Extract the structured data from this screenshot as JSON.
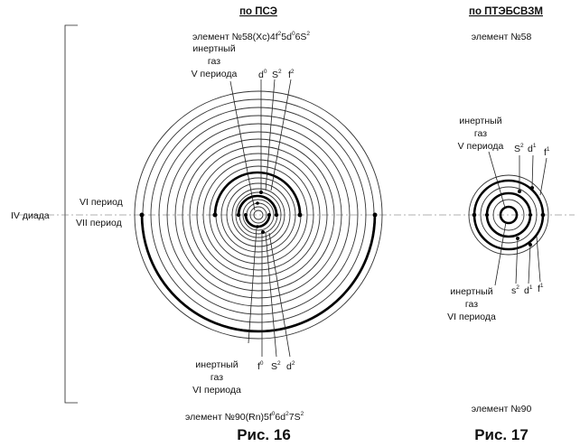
{
  "fig16": {
    "title": "по ПСЭ",
    "top_element": {
      "pre": "элемент №58(Хс)4f",
      "s1": "2",
      "m1": "5d",
      "s2": "0",
      "m2": "6S",
      "s3": "2"
    },
    "top_labels": {
      "inert_line1": "инертный",
      "inert_line2": "газ",
      "inert_line3": "V периода",
      "orbital_d": "d",
      "orbital_d_sup": "0",
      "orbital_s": "S",
      "orbital_s_sup": "2",
      "orbital_f": "f",
      "orbital_f_sup": "2"
    },
    "left_labels": {
      "diad": "IV диада",
      "period6": "VI период",
      "period7": "VII период"
    },
    "bottom_labels": {
      "inert_line1": "инертный",
      "inert_line2": "газ",
      "inert_line3": "VI периода",
      "orbital_f": "f",
      "orbital_f_sup": "0",
      "orbital_s": "S",
      "orbital_s_sup": "2",
      "orbital_d": "d",
      "orbital_d_sup": "2"
    },
    "bottom_element": {
      "pre": "элемент №90(Rn)5f",
      "s1": "0",
      "m1": "6d",
      "s2": "2",
      "m2": "7S",
      "s3": "2"
    },
    "caption": "Рис. 16"
  },
  "fig17": {
    "title": "по ПТЭБСВЗМ",
    "top_element": "элемент №58",
    "top_labels": {
      "inert_line1": "инертный",
      "inert_line2": "газ",
      "inert_line3": "V периода",
      "orbital_s": "S",
      "orbital_s_sup": "2",
      "orbital_d": "d",
      "orbital_d_sup": "1",
      "orbital_f": "f",
      "orbital_f_sup": "1"
    },
    "bottom_labels": {
      "inert_line1": "инертный",
      "inert_line2": "газ",
      "inert_line3": "VI периода",
      "orbital_s": "s",
      "orbital_s_sup": "2",
      "orbital_d": "d",
      "orbital_d_sup": "1",
      "orbital_f": "f",
      "orbital_f_sup": "1"
    },
    "bottom_element": "элемент №90",
    "caption": "Рис. 17"
  }
}
